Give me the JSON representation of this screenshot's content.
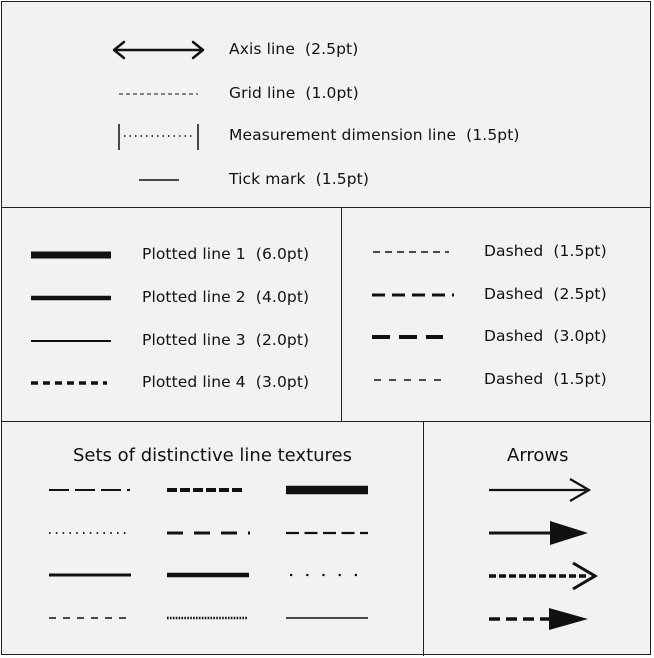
{
  "legend_top": {
    "items": [
      {
        "label": "Axis line  (2.5pt)"
      },
      {
        "label": "Grid line  (1.0pt)"
      },
      {
        "label": "Measurement dimension line  (1.5pt)"
      },
      {
        "label": "Tick mark  (1.5pt)"
      }
    ]
  },
  "legend_left": {
    "items": [
      {
        "label": "Plotted line 1  (6.0pt)"
      },
      {
        "label": "Plotted line 2  (4.0pt)"
      },
      {
        "label": "Plotted line 3  (2.0pt)"
      },
      {
        "label": "Plotted line 4  (3.0pt)"
      }
    ]
  },
  "legend_right": {
    "items": [
      {
        "label": "Dashed  (1.5pt)"
      },
      {
        "label": "Dashed  (2.5pt)"
      },
      {
        "label": "Dashed  (3.0pt)"
      },
      {
        "label": "Dashed  (1.5pt)"
      }
    ]
  },
  "textures": {
    "title": "Sets of distinctive line textures"
  },
  "arrows": {
    "title": "Arrows"
  },
  "colors": {
    "background": "#f3f2f0",
    "ink": "#111111",
    "border": "#222222"
  }
}
